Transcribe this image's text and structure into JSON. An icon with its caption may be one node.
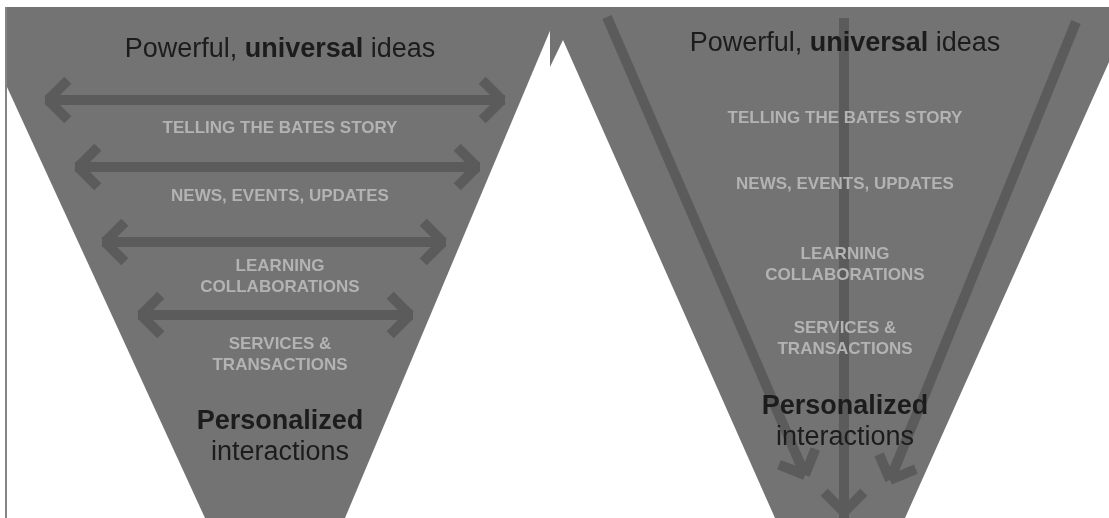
{
  "diagram": {
    "nodes": [
      {
        "text": [
          "Powerful, **universal** ideas",
          "TELLING THE BATES STORY",
          "NEWS, EVENTS, UPDATES",
          "LEARNING COLLABORATIONS",
          "SERVICES & TRANSACTIONS",
          "**Personalized** interactions"
        ]
      },
      {
        "text": [
          "Powerful, **universal** ideas",
          "TELLING THE BATES STORY",
          "NEWS, EVENTS, UPDATES",
          "LEARNING COLLABORATIONS",
          "SERVICES & TRANSACTIONS",
          "**Personalized** interactions"
        ]
      }
    ]
  }
}
